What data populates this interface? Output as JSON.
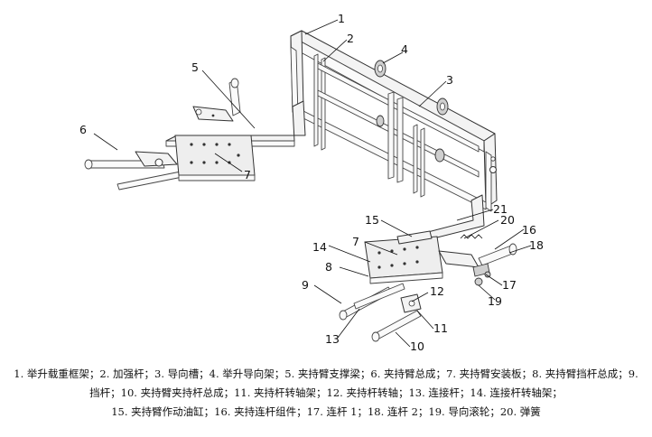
{
  "callouts": [
    {
      "num": "1"
    },
    {
      "num": "2"
    },
    {
      "num": "3"
    },
    {
      "num": "4"
    },
    {
      "num": "5"
    },
    {
      "num": "6"
    },
    {
      "num": "7"
    },
    {
      "num": "21"
    },
    {
      "num": "15"
    },
    {
      "num": "20"
    },
    {
      "num": "16"
    },
    {
      "num": "18"
    },
    {
      "num": "7"
    },
    {
      "num": "14"
    },
    {
      "num": "8"
    },
    {
      "num": "9"
    },
    {
      "num": "12"
    },
    {
      "num": "17"
    },
    {
      "num": "19"
    },
    {
      "num": "11"
    },
    {
      "num": "13"
    },
    {
      "num": "10"
    }
  ],
  "caption": {
    "line1": "1. 举升载重框架；2. 加强杆；3. 导向槽；4. 举升导向架；5. 夹持臂支撑梁；6. 夹持臂总成；7. 夹持臂安装板；8. 夹持臂挡杆总成；9. 挡杆；10. 夹持臂夹持杆总成；11. 夹持杆转轴架；12. 夹持杆转轴；13. 连接杆；14. 连接杆转轴架；",
    "line2": "15. 夹持臂作动油缸；16. 夹持连杆组件；17. 连杆 1；18. 连杆 2；19. 导向滚轮；20. 弹簧"
  }
}
